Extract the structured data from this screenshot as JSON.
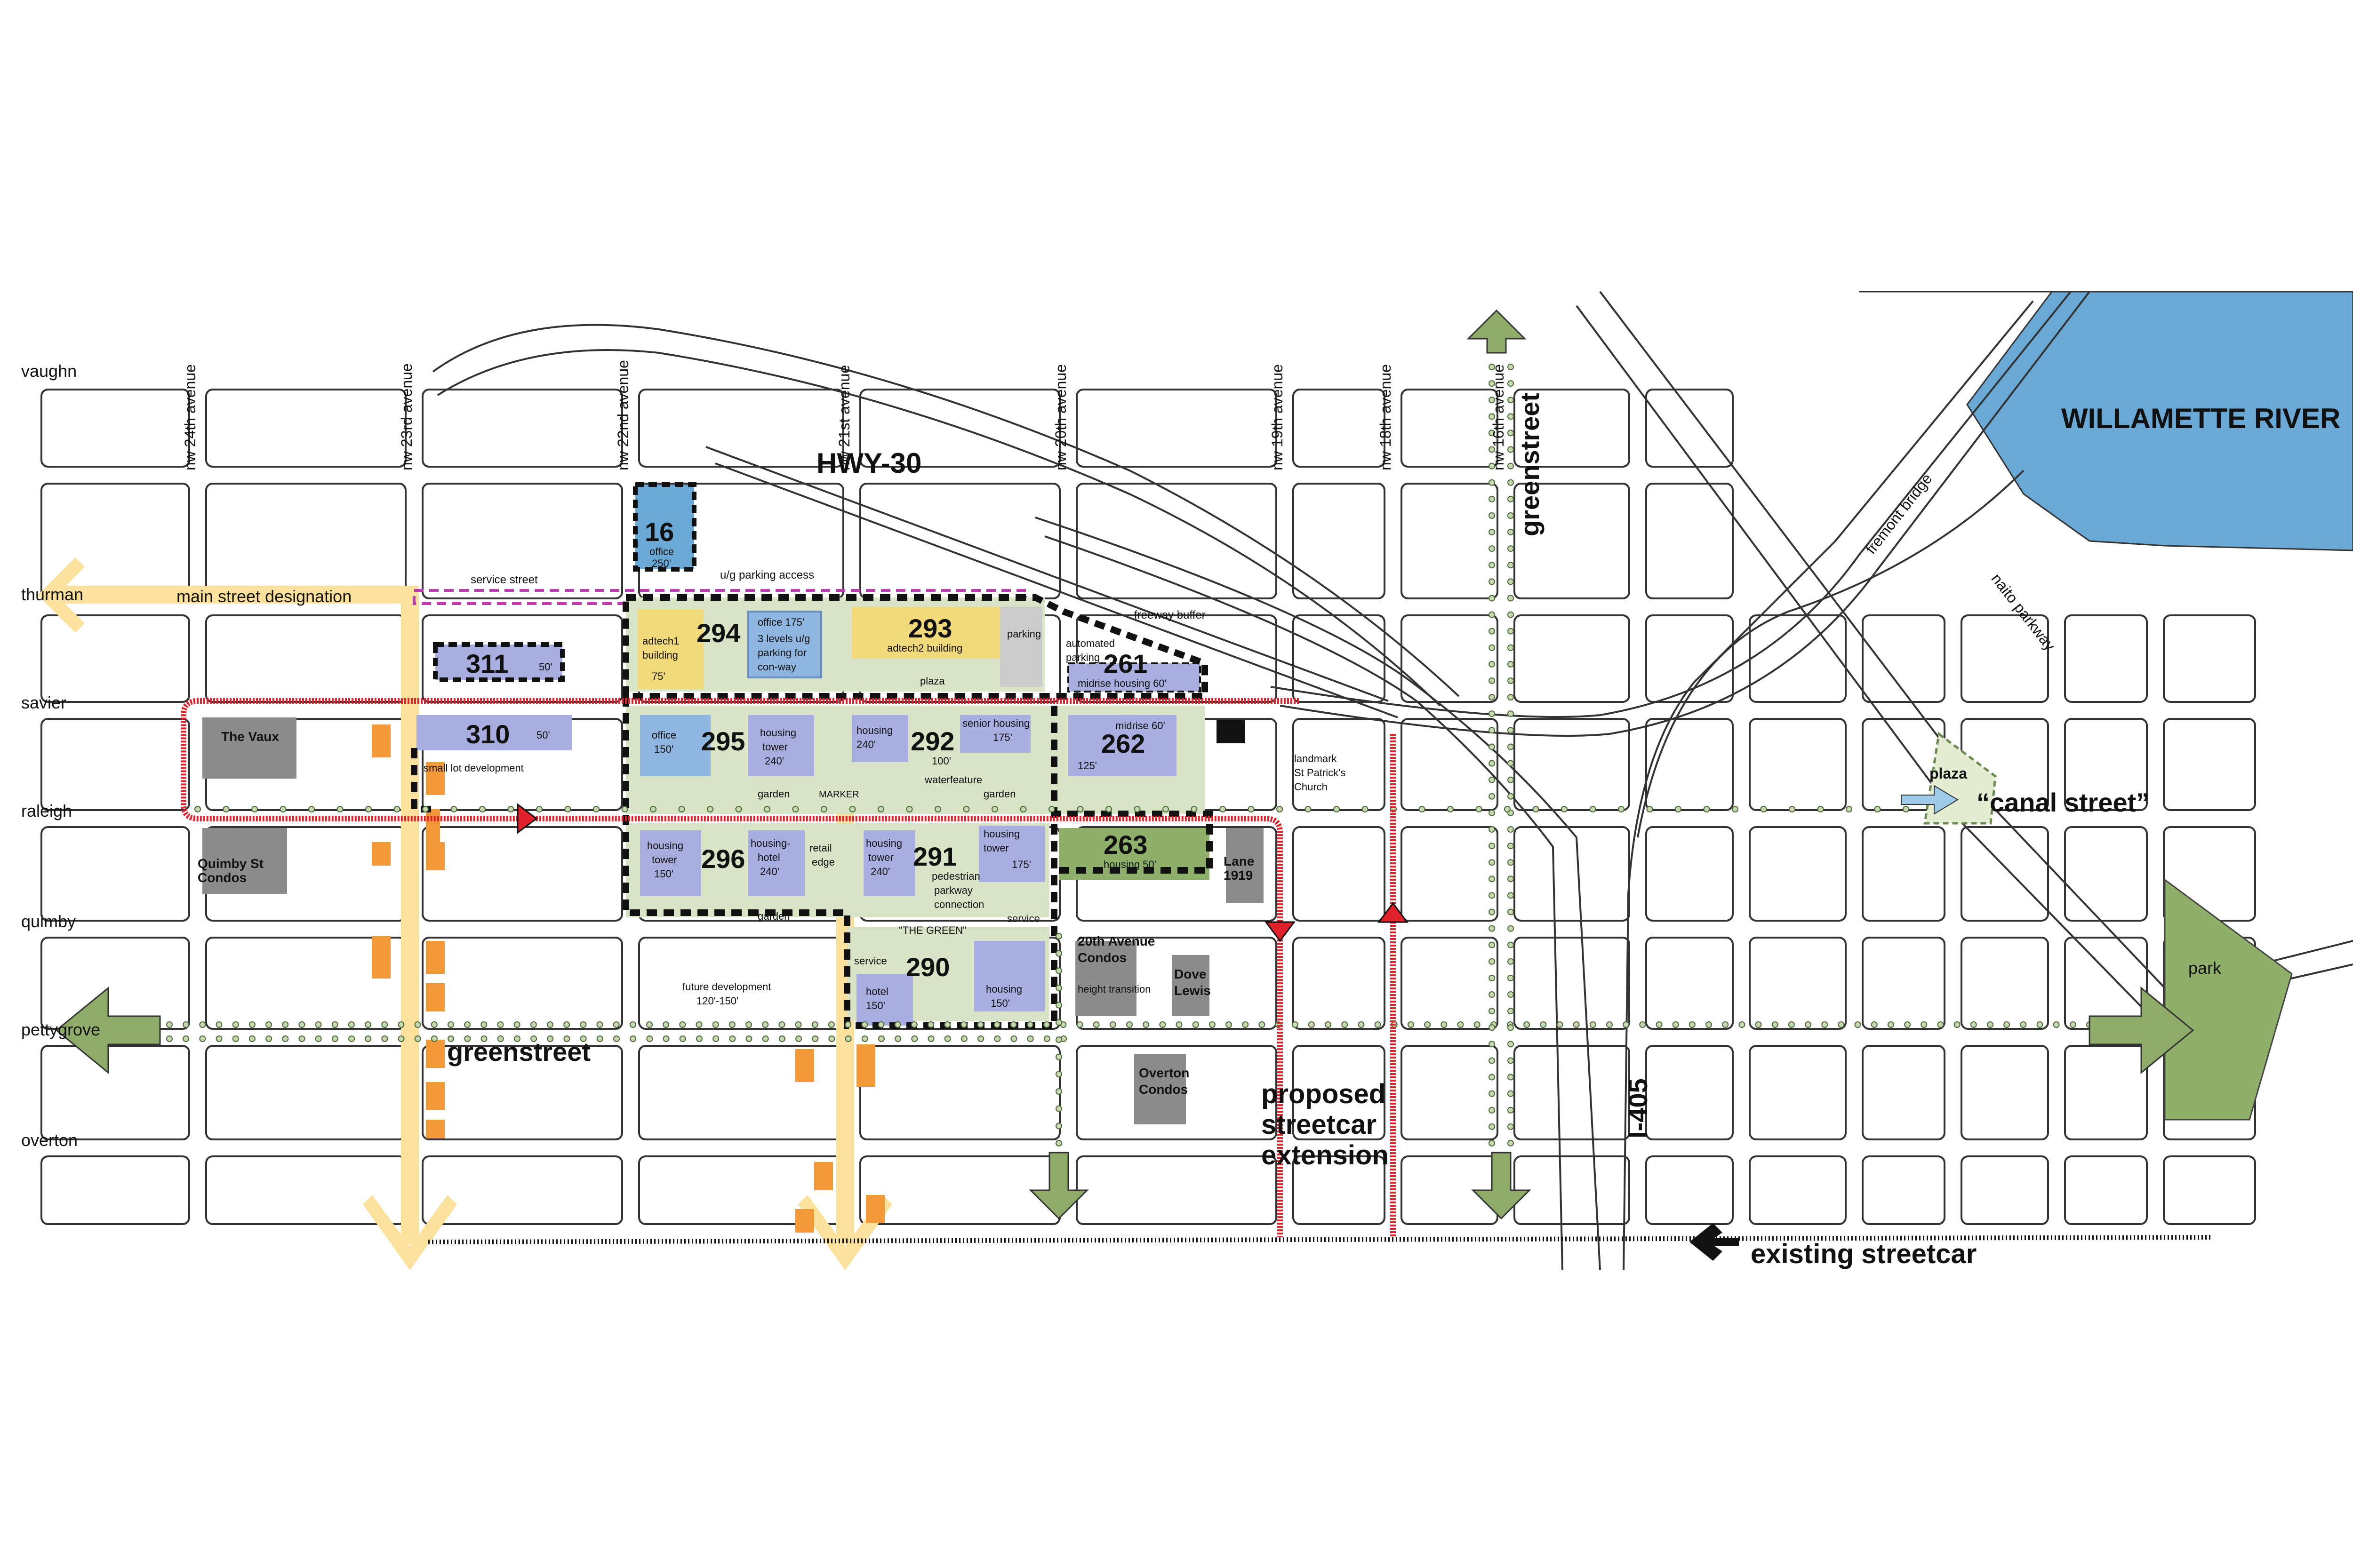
{
  "colors": {
    "river": "#6aa9d6",
    "park": "#8fb06a",
    "yellow_street": "#fbe19c",
    "yellow_building": "#f2d97a",
    "blue_building": "#8eb6e0",
    "purple_building": "#a8aee0",
    "gray_building": "#8c8c8c",
    "orange_lot": "#f29a3a",
    "greenstreet_arrow": "#8fab6a",
    "streetcar": "#e0202a",
    "district_fill": "#d9e3c6",
    "district_border": "#111111",
    "canal_arrow": "#9ecbe8",
    "service_street": "#c03cb0"
  },
  "title_labels": {
    "river": "WILLAMETTE RIVER",
    "hwy": "HWY-30",
    "interstate": "I-405",
    "fremont": "fremont bridge",
    "naito": "naito parkway",
    "canal": "“canal street”",
    "plaza_canal": "plaza",
    "park": "park"
  },
  "avenues": [
    "nw 24th avenue",
    "nw 23rd avenue",
    "nw 22nd avenue",
    "nw 21st avenue",
    "nw 20th avenue",
    "nw 19th avenue",
    "nw 18th avenue",
    "nw 16th avenue"
  ],
  "streets": [
    "vaughn",
    "thurman",
    "savier",
    "raleigh",
    "quimby",
    "pettygrove",
    "overton"
  ],
  "annotations": {
    "main_street": "main street designation",
    "service_street": "service street",
    "ug_parking": "u/g parking access",
    "freeway_buffer": "freeway buffer",
    "greenstreet_left": "greenstreet",
    "greenstreet_right": "greenstreet",
    "proposed_streetcar_1": "proposed",
    "proposed_streetcar_2": "streetcar",
    "proposed_streetcar_3": "extension",
    "existing_streetcar": "existing streetcar",
    "small_lot": "small lot development",
    "future_dev_1": "future development",
    "future_dev_2": "120'-150'",
    "landmark_1": "landmark",
    "landmark_2": "St Patrick's",
    "landmark_3": "Church",
    "marker": "MARKER",
    "the_green": "\"THE GREEN\"",
    "ped_1": "pedestrian",
    "ped_2": "parkway",
    "ped_3": "connection",
    "water": "waterfeature",
    "garden_a": "garden",
    "garden_b": "garden",
    "garden_c": "garden",
    "retail_1": "retail",
    "retail_2": "edge",
    "service_a": "service",
    "service_b": "service",
    "plaza_292": "plaza",
    "parking_293": "parking",
    "automated_1": "automated",
    "automated_2": "parking"
  },
  "places": {
    "vaux": "The Vaux",
    "quimby_1": "Quimby St",
    "quimby_2": "Condos",
    "lane_1": "Lane",
    "lane_2": "1919",
    "ave20_1": "20th Avenue",
    "ave20_2": "Condos",
    "height_transition": "height transition",
    "dove_1": "Dove",
    "dove_2": "Lewis",
    "overton_1": "Overton",
    "overton_2": "Condos"
  },
  "blocks": {
    "b16": {
      "num": "16",
      "l1": "office",
      "l2": "250'"
    },
    "b294": {
      "num": "294",
      "a1": "adtech1",
      "a2": "building",
      "a3": "75'",
      "o1": "office 175'",
      "o2": "3 levels u/g",
      "o3": "parking for",
      "o4": "con-way"
    },
    "b293": {
      "num": "293",
      "l1": "adtech2 building"
    },
    "b261": {
      "num": "261",
      "l1": "midrise housing 60'"
    },
    "b311": {
      "num": "311",
      "l1": "50'"
    },
    "b310": {
      "num": "310",
      "l1": "50'"
    },
    "b295": {
      "num": "295",
      "o1": "office",
      "o2": "150'",
      "h1": "housing",
      "h2": "tower",
      "h3": "240'"
    },
    "b292": {
      "num": "292",
      "h1": "housing",
      "h2": "240'",
      "l1": "100'",
      "s1": "senior housing",
      "s2": "175'"
    },
    "b262": {
      "num": "262",
      "m1": "midrise 60'",
      "m2": "125'"
    },
    "b296": {
      "num": "296",
      "h1": "housing",
      "h2": "tower",
      "h3": "150'",
      "k1": "housing-",
      "k2": "hotel",
      "k3": "240'"
    },
    "b291": {
      "num": "291",
      "h1": "housing",
      "h2": "tower",
      "h3": "240'",
      "t1": "housing",
      "t2": "tower",
      "t3": "175'"
    },
    "b263": {
      "num": "263",
      "l1": "housing 50'"
    },
    "b290": {
      "num": "290",
      "h1": "hotel",
      "h2": "150'",
      "k1": "housing",
      "k2": "150'"
    }
  }
}
